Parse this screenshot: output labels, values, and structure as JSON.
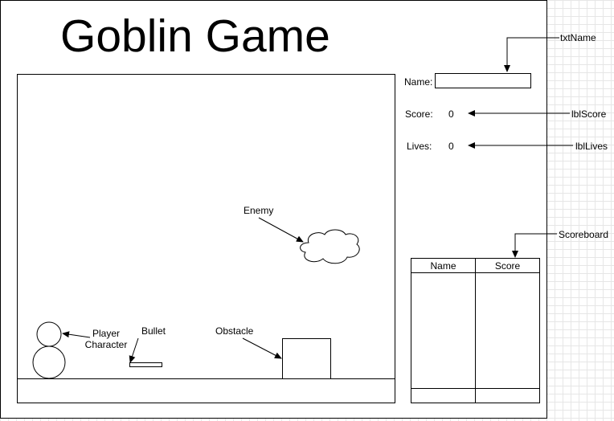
{
  "title": "Goblin Game",
  "form": {
    "name_label": "Name:",
    "score_label": "Score:",
    "score_value": "0",
    "lives_label": "Lives:",
    "lives_value": "0"
  },
  "annotations": {
    "txtName": "txtName",
    "lblScore": "lblScore",
    "lblLives": "lblLives",
    "scoreboard": "Scoreboard"
  },
  "game_labels": {
    "enemy": "Enemy",
    "player_line1": "Player",
    "player_line2": "Character",
    "bullet": "Bullet",
    "obstacle": "Obstacle"
  },
  "scoreboard": {
    "columns": [
      "Name",
      "Score"
    ]
  }
}
